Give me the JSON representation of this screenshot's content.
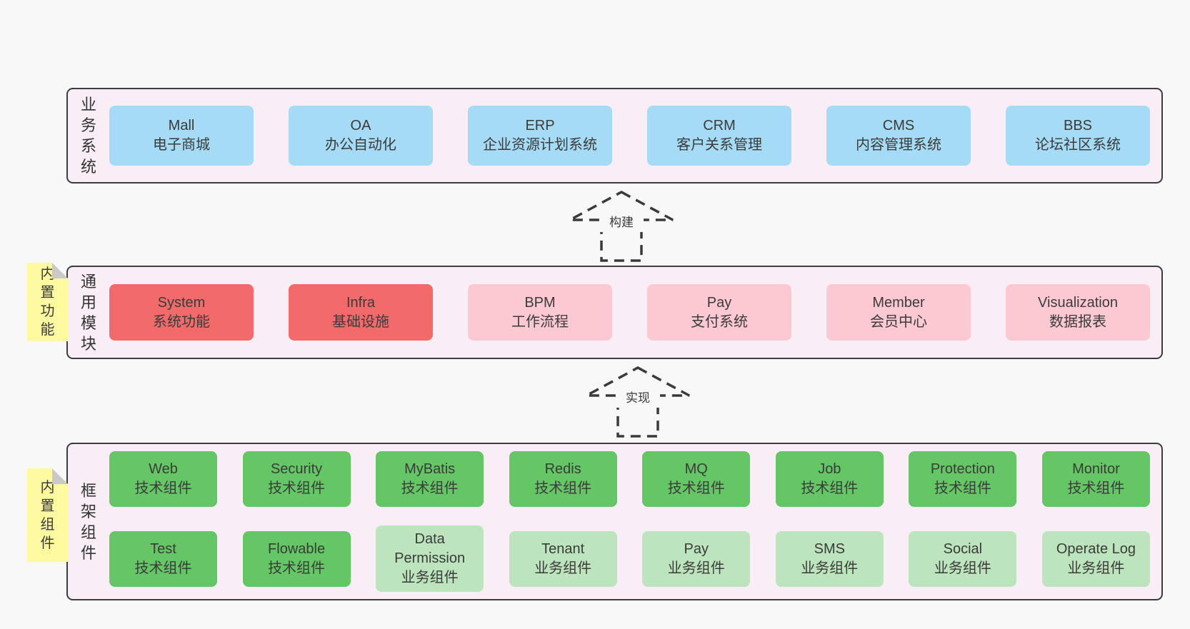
{
  "page": {
    "background": "#f8f8f8",
    "panel_background": "#f9edf6",
    "panel_border": "#3c3c3c"
  },
  "colors": {
    "blue": "#a6dbf5",
    "red": "#f26a6a",
    "pink": "#fcc9d3",
    "green": "#65c665",
    "lightgreen": "#bce4bd",
    "note_yellow": "#fcf9a1",
    "note_fold_gray": "#c9c9c9",
    "text": "#3b3b3b"
  },
  "arrows": [
    {
      "label": "构建"
    },
    {
      "label": "实现"
    }
  ],
  "notes": [
    {
      "label": "内置功能"
    },
    {
      "label": "内置组件"
    }
  ],
  "layers": [
    {
      "side_label": "业务系统",
      "rows": [
        [
          {
            "name": "Mall",
            "desc": "电子商城",
            "type": "blue"
          },
          {
            "name": "OA",
            "desc": "办公自动化",
            "type": "blue"
          },
          {
            "name": "ERP",
            "desc": "企业资源计划系统",
            "type": "blue"
          },
          {
            "name": "CRM",
            "desc": "客户关系管理",
            "type": "blue"
          },
          {
            "name": "CMS",
            "desc": "内容管理系统",
            "type": "blue"
          },
          {
            "name": "BBS",
            "desc": "论坛社区系统",
            "type": "blue"
          }
        ]
      ]
    },
    {
      "side_label": "通用模块",
      "rows": [
        [
          {
            "name": "System",
            "desc": "系统功能",
            "type": "red"
          },
          {
            "name": "Infra",
            "desc": "基础设施",
            "type": "red"
          },
          {
            "name": "BPM",
            "desc": "工作流程",
            "type": "pink"
          },
          {
            "name": "Pay",
            "desc": "支付系统",
            "type": "pink"
          },
          {
            "name": "Member",
            "desc": "会员中心",
            "type": "pink"
          },
          {
            "name": "Visualization",
            "desc": "数据报表",
            "type": "pink"
          }
        ]
      ]
    },
    {
      "side_label": "框架组件",
      "rows": [
        [
          {
            "name": "Web",
            "desc": "技术组件",
            "type": "green"
          },
          {
            "name": "Security",
            "desc": "技术组件",
            "type": "green"
          },
          {
            "name": "MyBatis",
            "desc": "技术组件",
            "type": "green"
          },
          {
            "name": "Redis",
            "desc": "技术组件",
            "type": "green"
          },
          {
            "name": "MQ",
            "desc": "技术组件",
            "type": "green"
          },
          {
            "name": "Job",
            "desc": "技术组件",
            "type": "green"
          },
          {
            "name": "Protection",
            "desc": "技术组件",
            "type": "green"
          },
          {
            "name": "Monitor",
            "desc": "技术组件",
            "type": "green"
          }
        ],
        [
          {
            "name": "Test",
            "desc": "技术组件",
            "type": "green"
          },
          {
            "name": "Flowable",
            "desc": "技术组件",
            "type": "green"
          },
          {
            "name": "Data Permission",
            "desc": "业务组件",
            "type": "lightgreen"
          },
          {
            "name": "Tenant",
            "desc": "业务组件",
            "type": "lightgreen"
          },
          {
            "name": "Pay",
            "desc": "业务组件",
            "type": "lightgreen"
          },
          {
            "name": "SMS",
            "desc": "业务组件",
            "type": "lightgreen"
          },
          {
            "name": "Social",
            "desc": "业务组件",
            "type": "lightgreen"
          },
          {
            "name": "Operate Log",
            "desc": "业务组件",
            "type": "lightgreen"
          }
        ]
      ]
    }
  ]
}
